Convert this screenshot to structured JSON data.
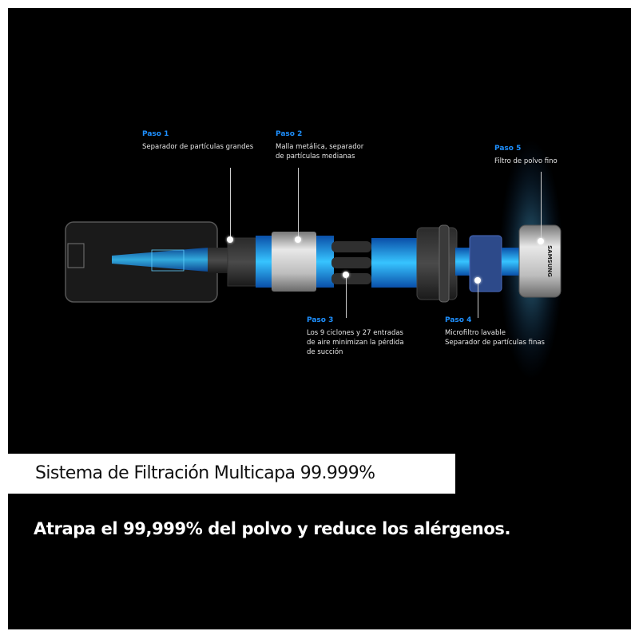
{
  "steps": [
    {
      "title": "Paso 1",
      "desc": "Separador de partículas grandes"
    },
    {
      "title": "Paso 2",
      "desc": "Malla metálica, separador\nde partículas medianas"
    },
    {
      "title": "Paso 3",
      "desc": "Los 9 ciclones y 27 entradas\nde aire minimizan la pérdida\nde succión"
    },
    {
      "title": "Paso 4",
      "desc": "Microfiltro lavable\nSeparador de partículas finas"
    },
    {
      "title": "Paso 5",
      "desc": "Filtro de polvo fino"
    }
  ],
  "product": {
    "brand_mark": "SAMSUNG"
  },
  "banner": {
    "title": "Sistema de Filtración Multicapa 99.999%"
  },
  "headline": "Atrapa el 99,999% del polvo y reduce los alérgenos.",
  "colors": {
    "background": "#000000",
    "accent_blue": "#1e90ff",
    "glow": "#22aaff",
    "banner_bg": "#ffffff"
  }
}
